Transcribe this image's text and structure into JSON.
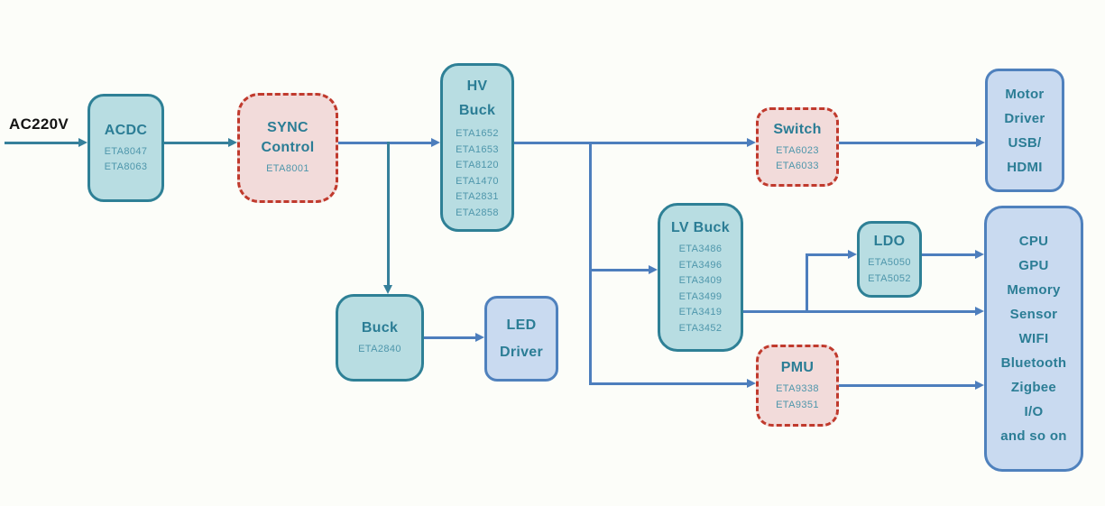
{
  "source": {
    "label": "AC220V"
  },
  "colors": {
    "teal_fill": "#b8dde2",
    "teal_border": "#2e8096",
    "pink_fill": "#f2dbda",
    "pink_border": "#c03a2d",
    "blue_fill": "#c9daf0",
    "blue_border": "#4f81bd",
    "line_blue": "#4d7ebd",
    "line_teal": "#36809b",
    "title_text": "#2b7d95",
    "part_text": "#4e96ab"
  },
  "blocks": {
    "acdc": {
      "title": [
        "ACDC"
      ],
      "parts": [
        "ETA8047",
        "ETA8063"
      ]
    },
    "sync_control": {
      "title": [
        "SYNC",
        "Control"
      ],
      "parts": [
        "ETA8001"
      ]
    },
    "hv_buck": {
      "title": [
        "HV",
        "Buck"
      ],
      "parts": [
        "ETA1652",
        "ETA1653",
        "ETA8120",
        "ETA1470",
        "ETA2831",
        "ETA2858"
      ]
    },
    "switch": {
      "title": [
        "Switch"
      ],
      "parts": [
        "ETA6023",
        "ETA6033"
      ]
    },
    "motor_driver": {
      "lines": [
        "Motor",
        "Driver",
        "USB/",
        "HDMI"
      ]
    },
    "lv_buck": {
      "title": [
        "LV Buck"
      ],
      "parts": [
        "ETA3486",
        "ETA3496",
        "ETA3409",
        "ETA3499",
        "ETA3419",
        "ETA3452"
      ]
    },
    "ldo": {
      "title": [
        "LDO"
      ],
      "parts": [
        "ETA5050",
        "ETA5052"
      ]
    },
    "buck": {
      "title": [
        "Buck"
      ],
      "parts": [
        "ETA2840"
      ]
    },
    "led_driver": {
      "lines": [
        "LED",
        "Driver"
      ]
    },
    "pmu": {
      "title": [
        "PMU"
      ],
      "parts": [
        "ETA9338",
        "ETA9351"
      ]
    },
    "load": {
      "lines": [
        "CPU",
        "GPU",
        "Memory",
        "Sensor",
        "WIFI",
        "Bluetooth",
        "Zigbee",
        "I/O",
        "and so on"
      ]
    }
  },
  "connections": [
    {
      "from": "ac220v",
      "to": "acdc"
    },
    {
      "from": "acdc",
      "to": "sync_control"
    },
    {
      "from": "sync_control",
      "to": "hv_buck"
    },
    {
      "from": "sync_control",
      "to": "buck"
    },
    {
      "from": "hv_buck",
      "to": "switch"
    },
    {
      "from": "hv_buck",
      "to": "lv_buck"
    },
    {
      "from": "hv_buck",
      "to": "pmu"
    },
    {
      "from": "switch",
      "to": "motor_driver"
    },
    {
      "from": "lv_buck",
      "to": "ldo"
    },
    {
      "from": "lv_buck",
      "to": "load"
    },
    {
      "from": "ldo",
      "to": "load"
    },
    {
      "from": "pmu",
      "to": "load"
    },
    {
      "from": "buck",
      "to": "led_driver"
    }
  ]
}
